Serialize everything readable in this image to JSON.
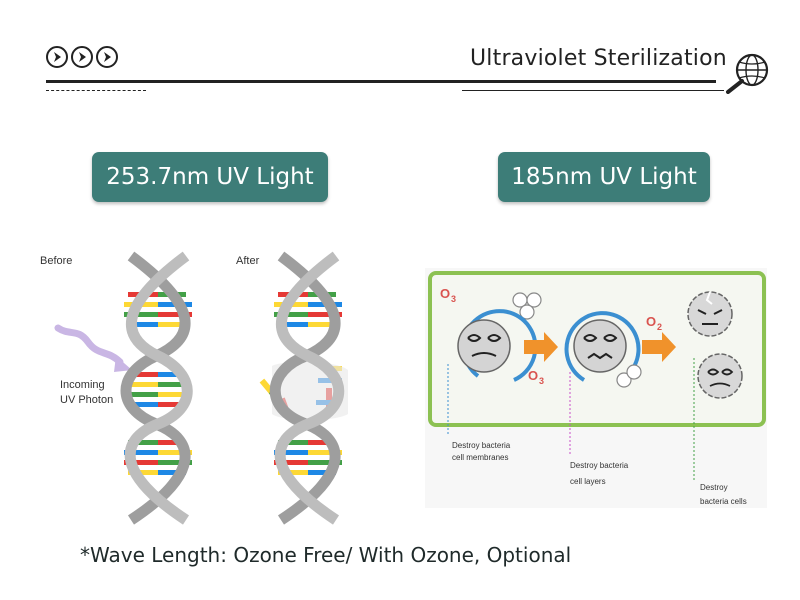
{
  "header": {
    "title": "Ultraviolet Sterilization",
    "nav_icons": [
      "chevron-right-icon",
      "chevron-right-icon",
      "chevron-right-icon"
    ],
    "title_icon": "search-globe-icon"
  },
  "sections": [
    {
      "label": "253.7nm UV Light"
    },
    {
      "label": "185nm UV Light"
    }
  ],
  "dna": {
    "before_label": "Before",
    "after_label": "After",
    "incoming_line1": "Incoming",
    "incoming_line2": "UV Photon"
  },
  "ozone": {
    "o3_label": "O",
    "o3_sub": "3",
    "o2_label": "O",
    "o2_sub": "2",
    "caption1_line1": "Destroy bacteria",
    "caption1_line2": "cell membranes",
    "caption2_line1": "Destroy bacteria",
    "caption2_line2": "cell layers",
    "caption3_line1": "Destroy",
    "caption3_line2": "bacteria cells"
  },
  "footnote": "*Wave Length: Ozone Free/ With Ozone, Optional",
  "colors": {
    "pill": "#3d7d78",
    "frame_green": "#8cc152",
    "arrow_orange": "#f0922b",
    "membrane_blue": "#3b8fd1"
  }
}
